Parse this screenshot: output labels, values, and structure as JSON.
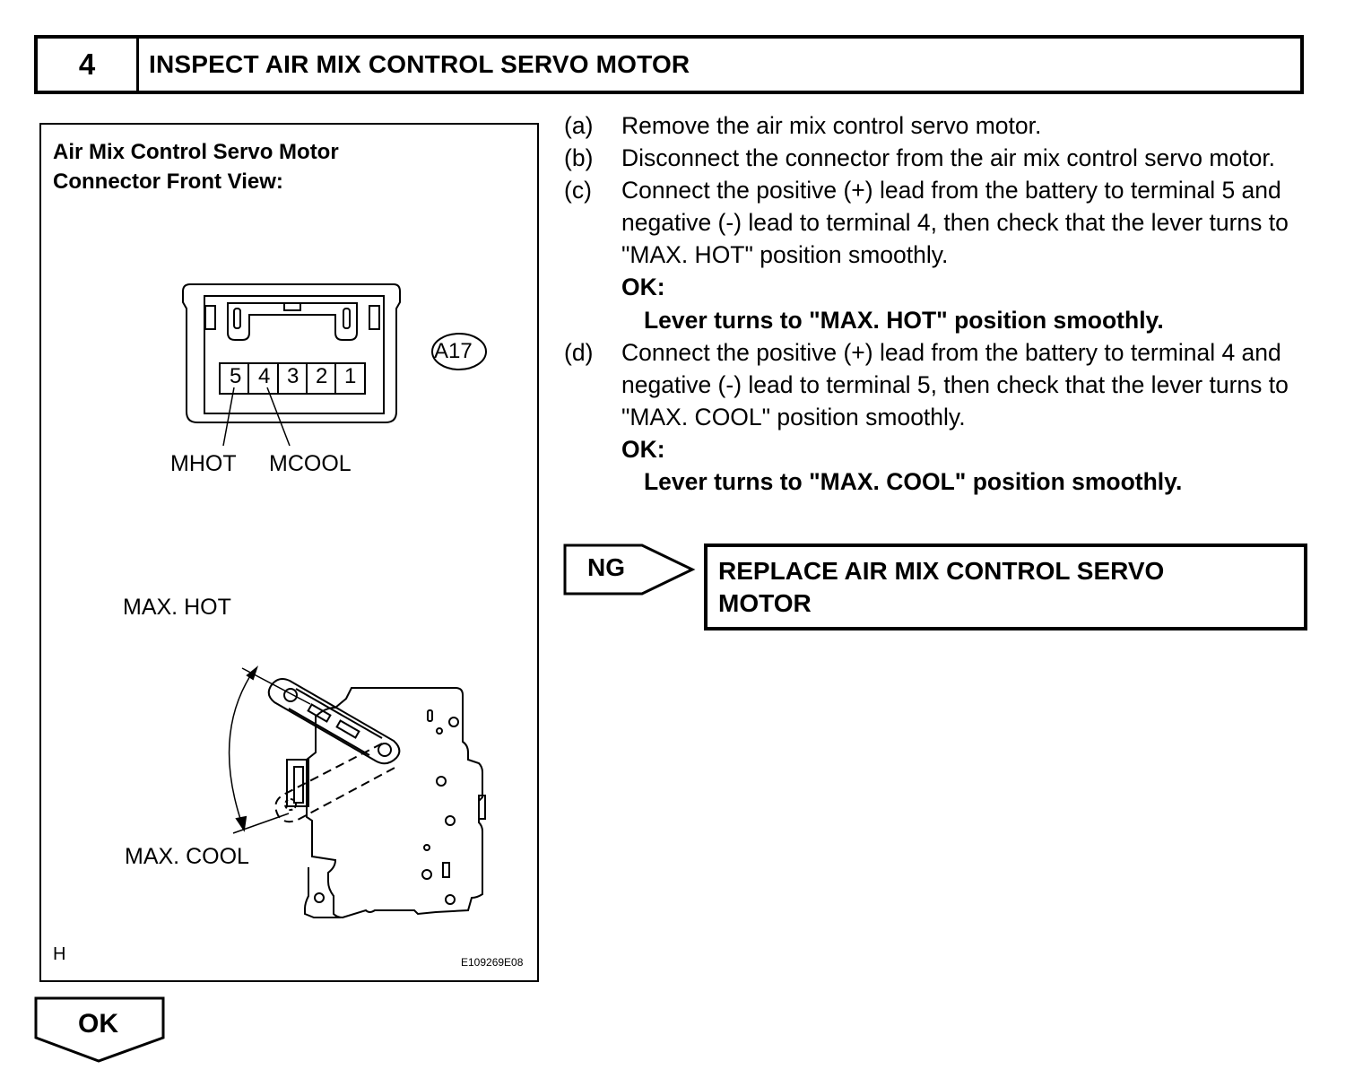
{
  "header": {
    "step_number": "4",
    "title": "INSPECT AIR MIX CONTROL SERVO MOTOR"
  },
  "figure": {
    "title_line1": "Air Mix Control Servo Motor",
    "title_line2": "Connector Front View:",
    "connector_id": "A17",
    "pins": [
      "5",
      "4",
      "3",
      "2",
      "1"
    ],
    "pin_label_mhot": "MHOT",
    "pin_label_mcool": "MCOOL",
    "max_hot": "MAX. HOT",
    "max_cool": "MAX. COOL",
    "corner_letter": "H",
    "figure_code": "E109269E08"
  },
  "steps": [
    {
      "mark": "(a)",
      "text": "Remove the air mix control servo motor."
    },
    {
      "mark": "(b)",
      "text": "Disconnect the connector from the air mix control servo motor."
    },
    {
      "mark": "(c)",
      "text": "Connect the positive (+) lead from the battery to terminal 5 and negative (-) lead to terminal 4, then check that the lever turns to \"MAX. HOT\" position smoothly.",
      "ok_label": "OK:",
      "ok_text": "Lever turns to \"MAX. HOT\" position smoothly."
    },
    {
      "mark": "(d)",
      "text": "Connect the positive (+) lead from the battery to terminal 4 and negative (-) lead to terminal 5, then check that the lever turns to \"MAX. COOL\" position smoothly.",
      "ok_label": "OK:",
      "ok_text": "Lever turns to \"MAX. COOL\" position smoothly."
    }
  ],
  "ng": {
    "label": "NG",
    "action_line1": "REPLACE AIR MIX CONTROL SERVO",
    "action_line2": "MOTOR"
  },
  "ok_button": {
    "label": "OK"
  }
}
